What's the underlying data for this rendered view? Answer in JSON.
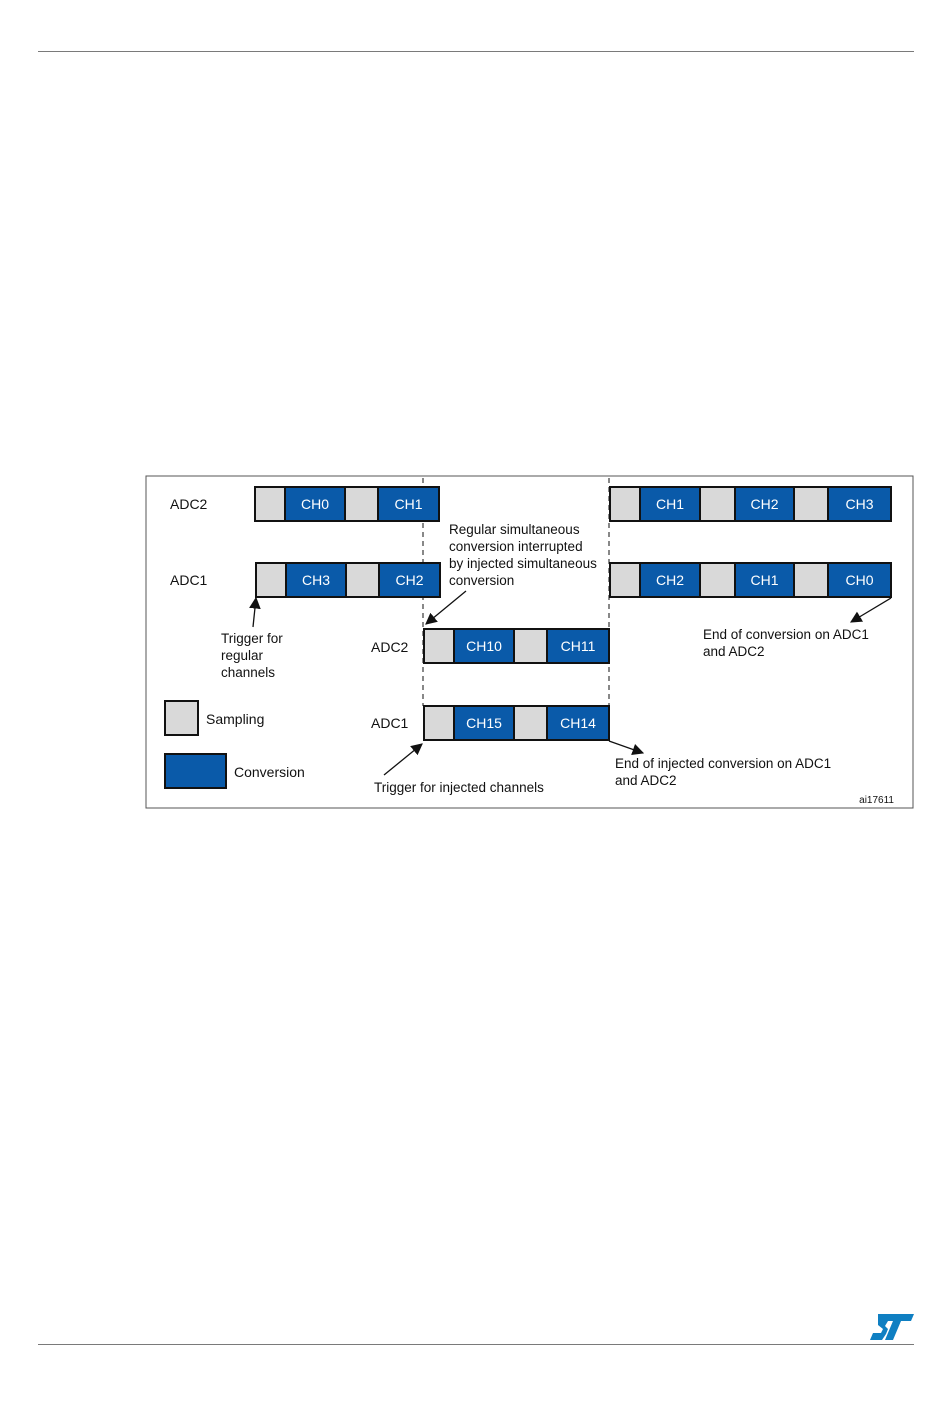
{
  "diagram": {
    "figure_id": "ai17611",
    "colors": {
      "sampling": "#d9d9d9",
      "conversion": "#0a5aa9",
      "border": "#111111",
      "text_on_conversion": "#ffffff"
    },
    "rows": {
      "adc2_regular": {
        "label": "ADC2",
        "seg1": [
          "",
          "CH0",
          "",
          "CH1"
        ],
        "seg2": [
          "",
          "CH1",
          "",
          "CH2",
          "",
          "CH3"
        ]
      },
      "adc1_regular": {
        "label": "ADC1",
        "seg1": [
          "",
          "CH3",
          "",
          "CH2"
        ],
        "seg2": [
          "",
          "CH2",
          "",
          "CH1",
          "",
          "CH0"
        ]
      },
      "adc2_injected": {
        "label": "ADC2",
        "cells": [
          "",
          "CH10",
          "",
          "CH11"
        ]
      },
      "adc1_injected": {
        "label": "ADC1",
        "cells": [
          "",
          "CH15",
          "",
          "CH14"
        ]
      }
    },
    "annotations": {
      "interrupted": [
        "Regular simultaneous",
        "conversion interrupted",
        "by injected simultaneous",
        "conversion"
      ],
      "trigger_regular": [
        "Trigger for",
        "regular",
        "channels"
      ],
      "end_conversion": [
        "End of conversion on ADC1",
        "and ADC2"
      ],
      "end_injected": [
        "End of injected conversion on ADC1",
        "and ADC2"
      ],
      "trigger_injected": "Trigger for injected channels"
    },
    "legend": {
      "sampling": "Sampling",
      "conversion": "Conversion"
    }
  },
  "logo_icon": "st-logo-icon"
}
